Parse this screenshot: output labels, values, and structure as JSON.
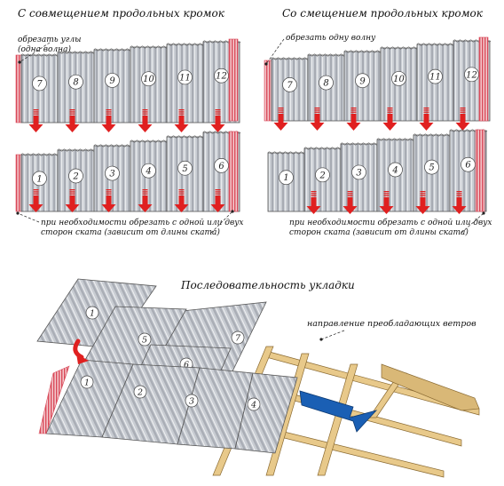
{
  "left_panel": {
    "title": "С совмещением продольных кромок",
    "top_note_lines": [
      "обрезать углы",
      "(одна волна)"
    ],
    "bottom_note_lines": [
      "при необходимости обрезать с одной или двух",
      "сторон ската (зависит от длины ската)"
    ],
    "top_row_numbers": [
      "7",
      "8",
      "9",
      "10",
      "11",
      "12"
    ],
    "bottom_row_numbers": [
      "1",
      "2",
      "3",
      "4",
      "5",
      "6"
    ]
  },
  "right_panel": {
    "title": "Со смещением продольных кромок",
    "top_note": "обрезать одну волну",
    "bottom_note_lines": [
      "при необходимости обрезать с одной или двух",
      "сторон ската (зависит от длины ската)"
    ],
    "top_row_numbers": [
      "7",
      "8",
      "9",
      "10",
      "11",
      "12"
    ],
    "bottom_row_numbers": [
      "1",
      "2",
      "3",
      "4",
      "5",
      "6"
    ]
  },
  "bottom_panel": {
    "title": "Последовательность укладки",
    "wind_label": "направление преобладающих ветров",
    "sheet_numbers": [
      "1",
      "1",
      "2",
      "3",
      "4",
      "5",
      "6",
      "7"
    ]
  },
  "colors": {
    "sheet_fill": "#c9cdd3",
    "sheet_stripe": "#8b9099",
    "cut_edge": "#d94a5a",
    "arrow_red": "#e02020",
    "wind_arrow": "#1a5fb4",
    "timber": "#e8c98a"
  }
}
